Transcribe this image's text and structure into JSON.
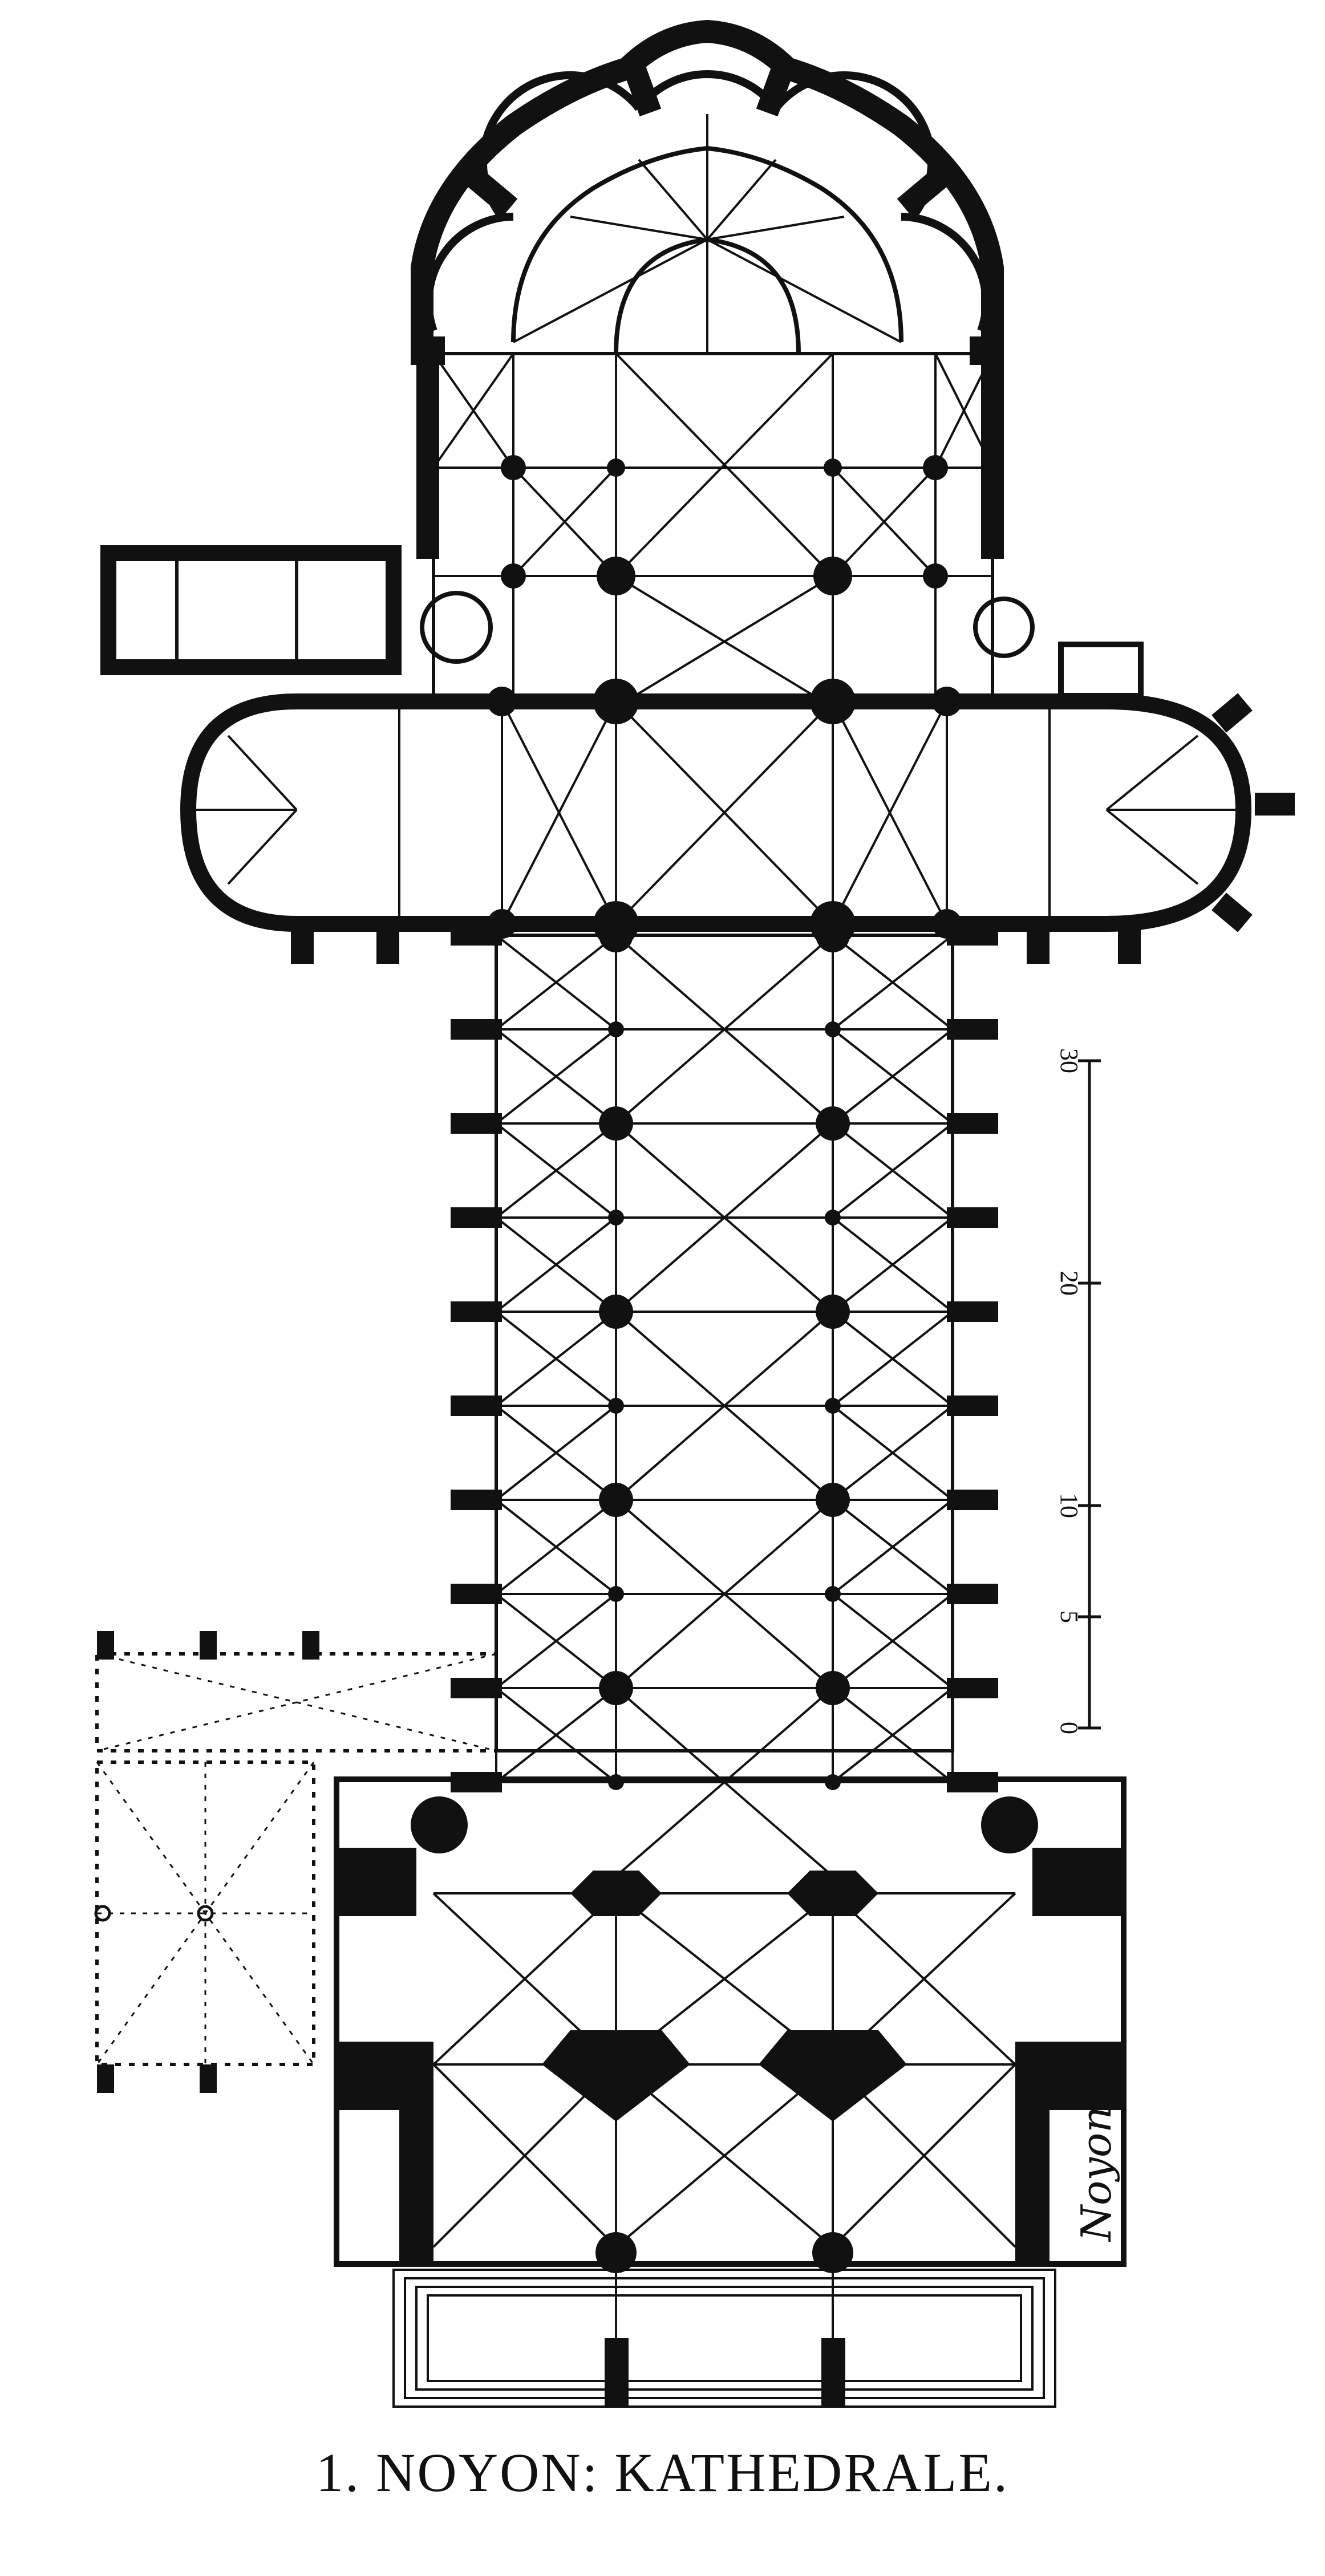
{
  "caption": "1. NOYON: KATHEDRALE.",
  "signature": "Noyon",
  "scale_bar": {
    "ticks": [
      "0",
      "5",
      "10",
      "20",
      "30"
    ],
    "tick_values": [
      0,
      5,
      10,
      20,
      30
    ]
  },
  "colors": {
    "ink": "#111111",
    "paper": "#ffffff"
  }
}
